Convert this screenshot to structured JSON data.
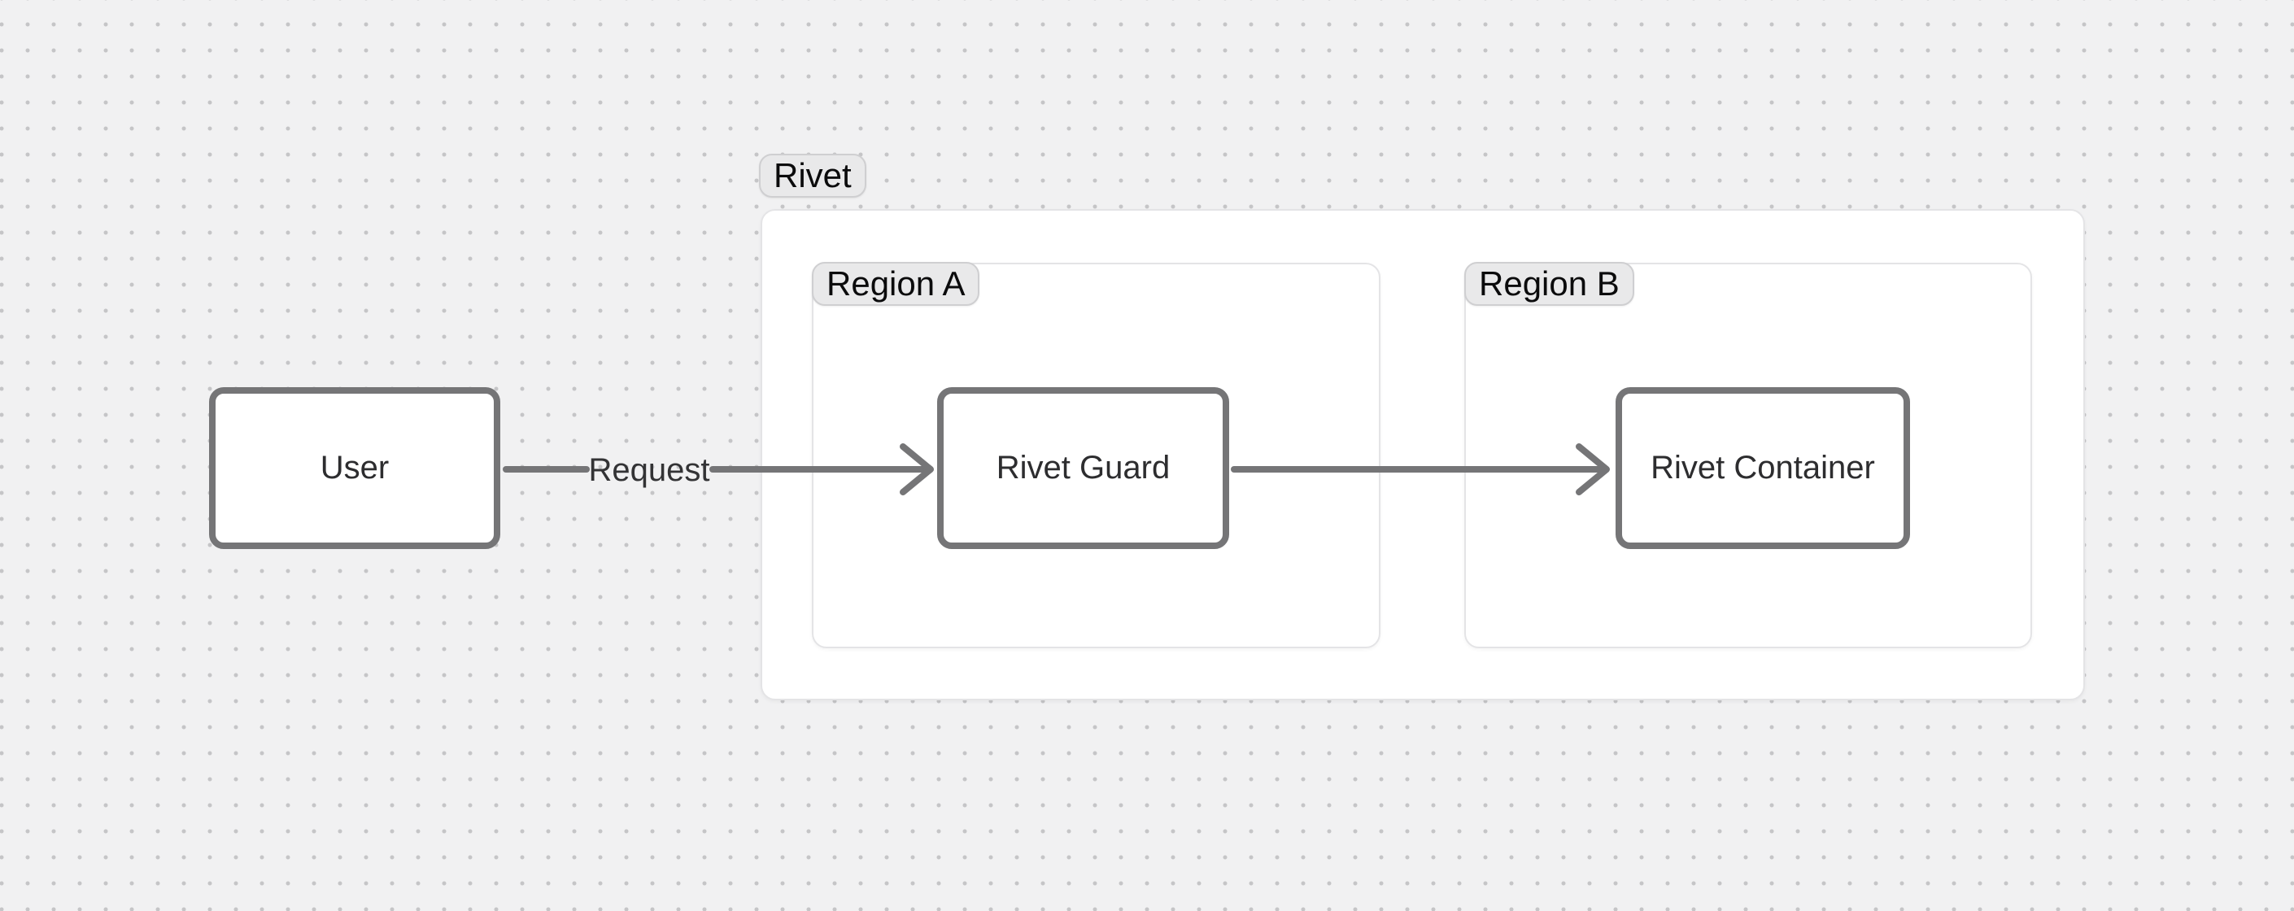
{
  "diagram": {
    "type": "flowchart-left-right",
    "groups": [
      {
        "id": "rivet",
        "label": "Rivet"
      },
      {
        "id": "region-a",
        "label": "Region A",
        "parent": "rivet"
      },
      {
        "id": "region-b",
        "label": "Region B",
        "parent": "rivet"
      }
    ],
    "nodes": [
      {
        "id": "user",
        "label": "User",
        "group": null
      },
      {
        "id": "rivet-guard",
        "label": "Rivet Guard",
        "group": "region-a"
      },
      {
        "id": "rivet-container",
        "label": "Rivet Container",
        "group": "region-b"
      }
    ],
    "edges": [
      {
        "from": "user",
        "to": "rivet-guard",
        "label": "Request",
        "direction": "right"
      },
      {
        "from": "rivet-guard",
        "to": "rivet-container",
        "label": "",
        "direction": "right"
      }
    ],
    "colors": {
      "canvas_bg": "#f1f1f2",
      "canvas_dots": "#c5c5c7",
      "group_fill": "#ffffff",
      "group_border": "#e4e4e6",
      "pill_fill": "#e9e9ea",
      "pill_border": "#cfcfd1",
      "pill_text": "#0b0b0c",
      "node_fill": "#ffffff",
      "node_border": "#757577",
      "node_text": "#2d2d2f",
      "edge_stroke": "#757577",
      "edge_label_text": "#333335"
    }
  }
}
